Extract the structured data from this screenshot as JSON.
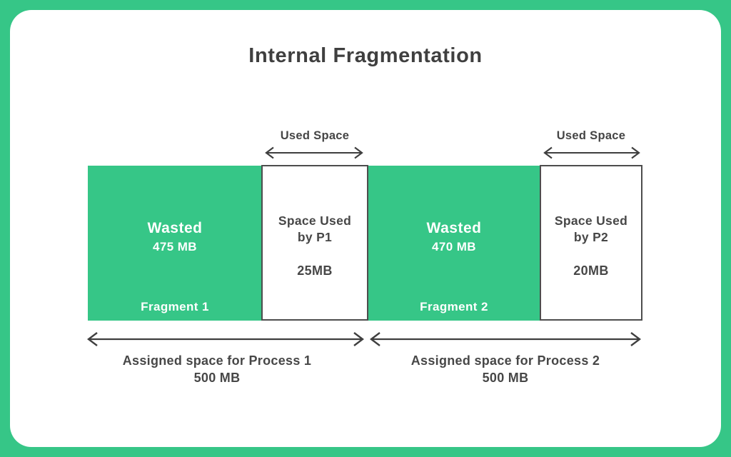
{
  "title": "Internal Fragmentation",
  "colors": {
    "accent_green": "#36C687",
    "text_dark": "#3F3F3F",
    "block_border": "#4D4D4D",
    "card_bg": "#FFFFFF"
  },
  "used_space": [
    {
      "label": "Used Space"
    },
    {
      "label": "Used Space"
    }
  ],
  "fragments": [
    {
      "wasted_title": "Wasted",
      "wasted_amount": "475 MB",
      "fragment_name": "Fragment 1",
      "used_line1": "Space Used",
      "used_line2": "by P1",
      "used_amount": "25MB",
      "assigned_text": "Assigned space for Process 1",
      "assigned_amount": "500 MB"
    },
    {
      "wasted_title": "Wasted",
      "wasted_amount": "470 MB",
      "fragment_name": "Fragment 2",
      "used_line1": "Space Used",
      "used_line2": "by P2",
      "used_amount": "20MB",
      "assigned_text": "Assigned space for Process 2",
      "assigned_amount": "500 MB"
    }
  ]
}
